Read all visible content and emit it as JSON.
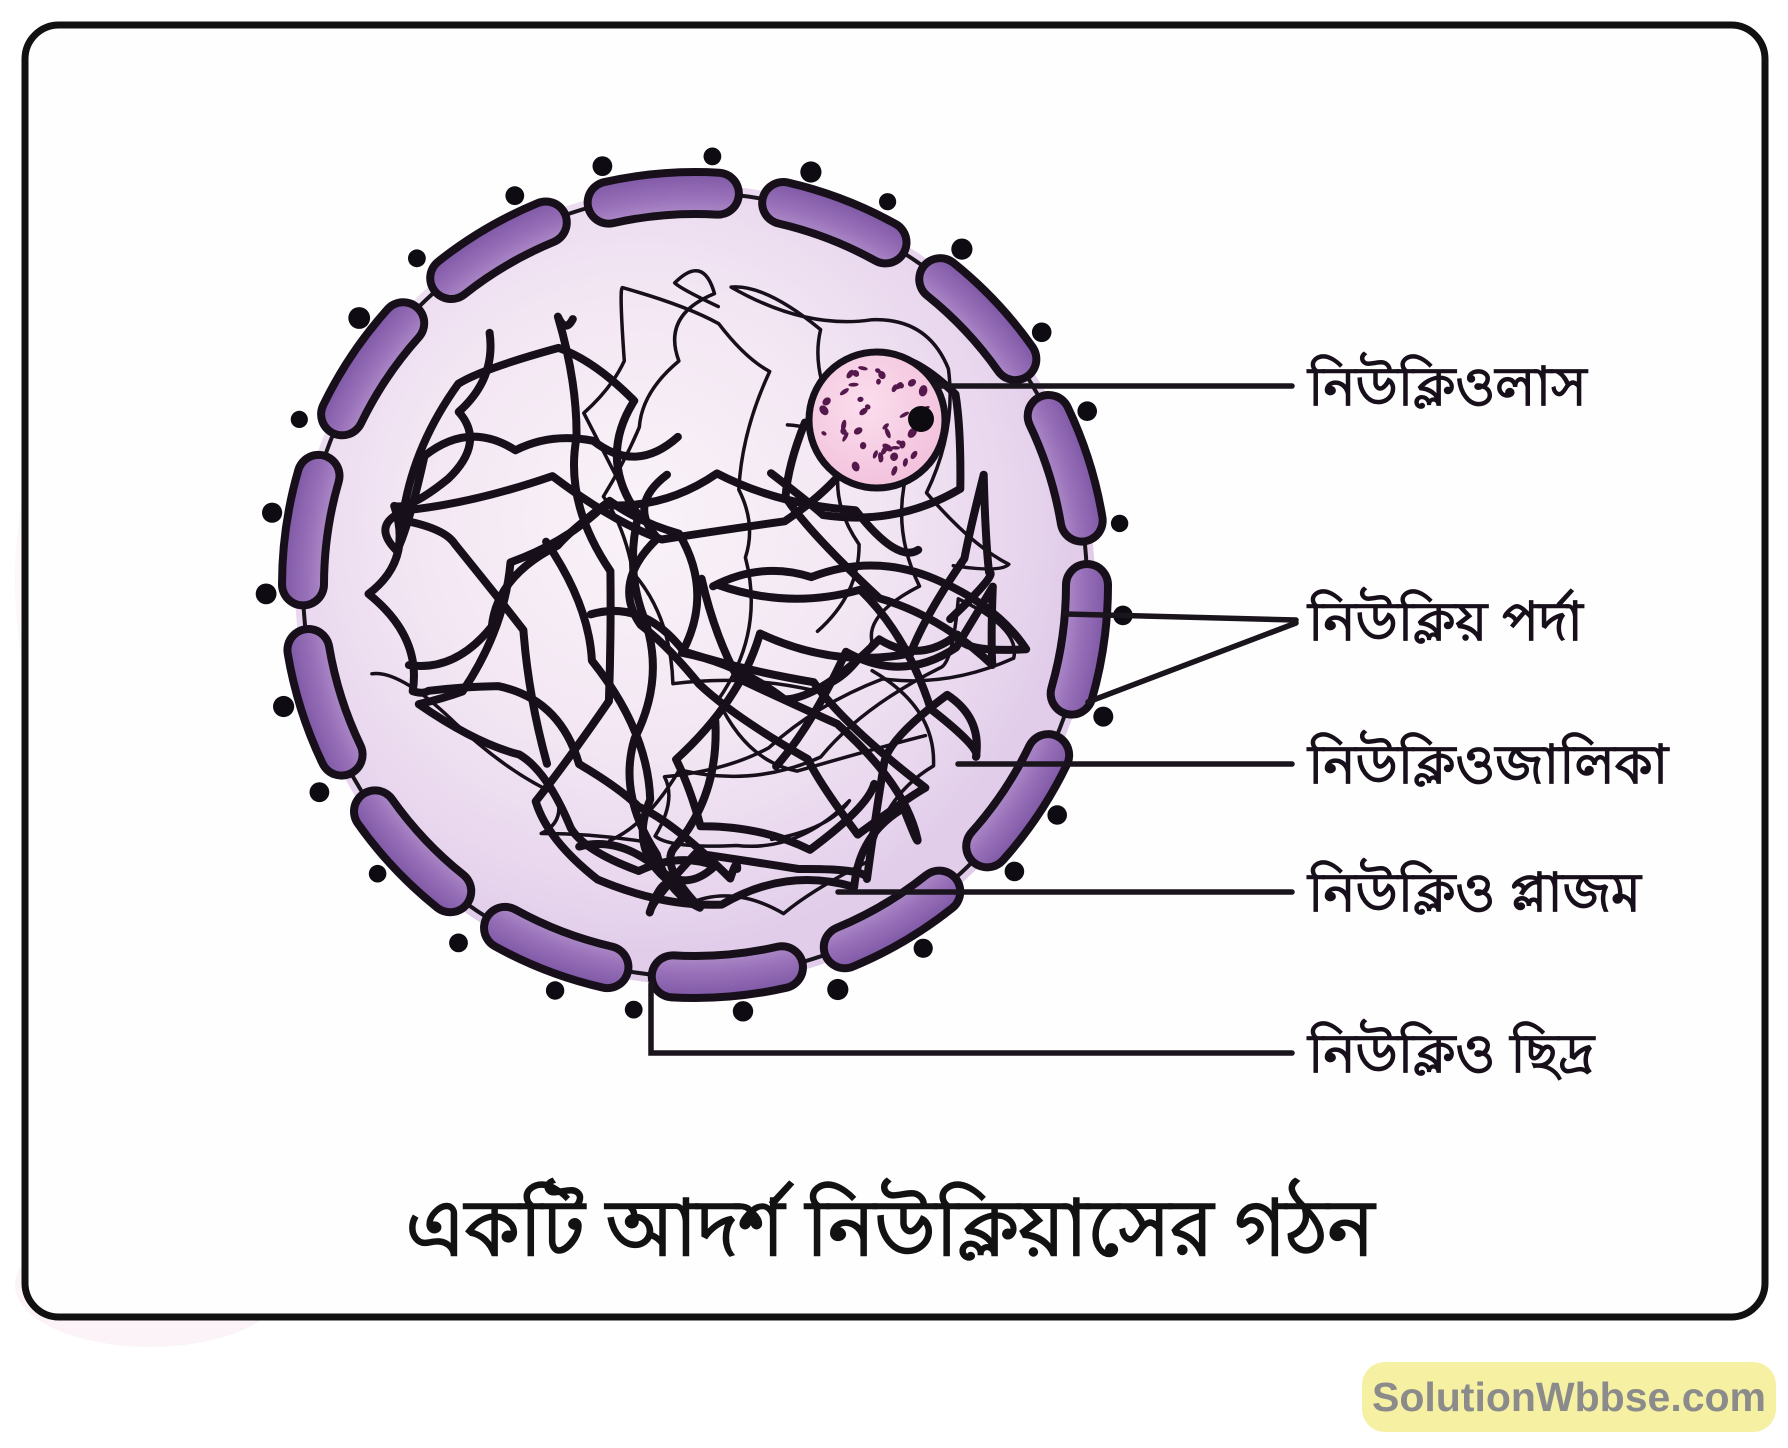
{
  "diagram": {
    "title": "একটি আদর্শ নিউক্লিয়াসের গঠন",
    "labels": [
      {
        "id": "nucleolus",
        "text": "নিউক্লিওলাস"
      },
      {
        "id": "nuclear-membrane",
        "text": "নিউক্লিয় পর্দা"
      },
      {
        "id": "nucleoreticulum",
        "text": "নিউক্লিওজালিকা"
      },
      {
        "id": "nucleoplasm",
        "text": "নিউক্লিও প্লাজম"
      },
      {
        "id": "nuclear-pore",
        "text": "নিউক্লিও ছিদ্র"
      }
    ],
    "colors": {
      "outline_black": "#17101b",
      "membrane_purple_dark": "#7b54a3",
      "membrane_purple_mid": "#9a72ba",
      "membrane_purple_light": "#b799cf",
      "nucleoplasm_fill": "#f2e6f3",
      "nucleolus_pink": "#f7cde4",
      "nucleolus_speckle": "#55184d",
      "border_black": "#111111"
    }
  },
  "watermark": {
    "text": "SolutionWbbse.com",
    "bg": "#f6f1a2",
    "fg": "#8b8b8b"
  }
}
